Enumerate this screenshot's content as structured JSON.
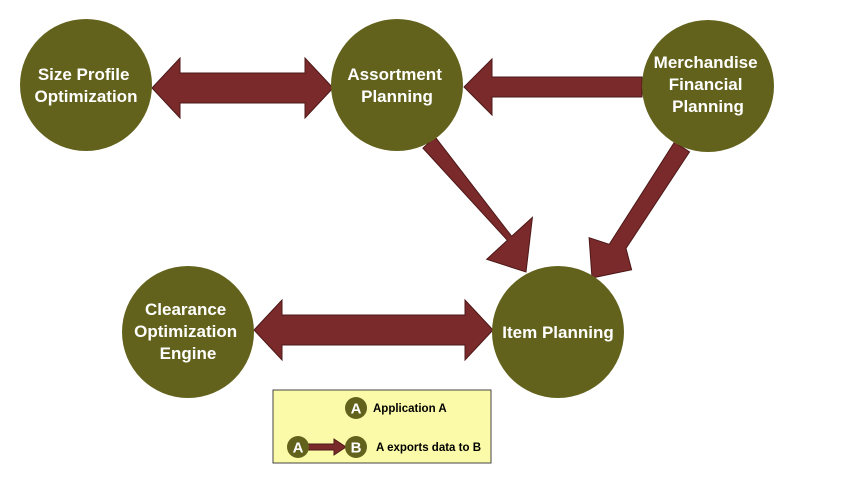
{
  "colors": {
    "node_fill": "#63621c",
    "arrow_fill": "#7a2a2a",
    "arrow_stroke": "#4d1818",
    "legend_fill": "#fbfaa8",
    "legend_border": "#444444"
  },
  "nodes": {
    "size_profile": {
      "lines": [
        "Size Profile",
        "Optimization"
      ]
    },
    "assortment": {
      "lines": [
        "Assortment",
        "Planning"
      ]
    },
    "merchandise": {
      "lines": [
        "Merchandise",
        "Financial",
        "Planning"
      ]
    },
    "clearance": {
      "lines": [
        "Clearance",
        "Optimization",
        "Engine"
      ]
    },
    "item_planning": {
      "lines": [
        "Item Planning"
      ]
    }
  },
  "edges": [
    {
      "from": "size_profile",
      "to": "assortment",
      "direction": "both"
    },
    {
      "from": "merchandise",
      "to": "assortment",
      "direction": "one-way"
    },
    {
      "from": "assortment",
      "to": "item_planning",
      "direction": "one-way"
    },
    {
      "from": "merchandise",
      "to": "item_planning",
      "direction": "one-way"
    },
    {
      "from": "clearance",
      "to": "item_planning",
      "direction": "both"
    }
  ],
  "legend": {
    "application_letter": "A",
    "application_label": "Application A",
    "export_from_letter": "A",
    "export_to_letter": "B",
    "export_label": "A exports data to B"
  }
}
